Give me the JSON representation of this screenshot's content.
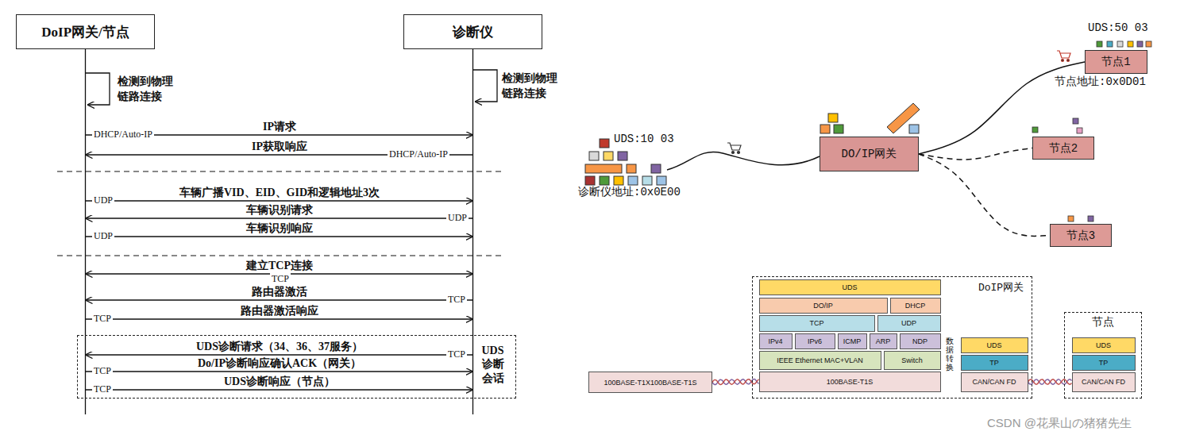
{
  "diagram": {
    "nodes": [
      {
        "text": [
          "DoIP网关/节点"
        ]
      },
      {
        "text": [
          "诊断仪"
        ]
      },
      {
        "text": [
          "UDS 诊断 会话"
        ]
      },
      {
        "text": [
          "DO/IP网关"
        ]
      },
      {
        "text": [
          "节点1"
        ]
      },
      {
        "text": [
          "节点2"
        ]
      },
      {
        "text": [
          "节点3"
        ]
      },
      {
        "text": [
          "100BASE-T1X100BASE-T1S"
        ]
      },
      {
        "text": [
          "DoIP网关"
        ]
      },
      {
        "text": [
          "UDS"
        ],
        "in": 8
      },
      {
        "text": [
          "DO/IP"
        ],
        "in": 8
      },
      {
        "text": [
          "DHCP"
        ],
        "in": 8
      },
      {
        "text": [
          "TCP"
        ],
        "in": 8
      },
      {
        "text": [
          "UDP"
        ],
        "in": 8
      },
      {
        "text": [
          "IPv4"
        ],
        "in": 8
      },
      {
        "text": [
          "IPv6"
        ],
        "in": 8
      },
      {
        "text": [
          "ICMP"
        ],
        "in": 8
      },
      {
        "text": [
          "ARP"
        ],
        "in": 8
      },
      {
        "text": [
          "NDP"
        ],
        "in": 8
      },
      {
        "text": [
          "IEEE Ethernet MAC+VLAN"
        ],
        "in": 8
      },
      {
        "text": [
          "Switch"
        ],
        "in": 8
      },
      {
        "text": [
          "100BASE-T1S"
        ],
        "in": 8
      },
      {
        "text": [
          "UDS"
        ],
        "in": 8
      },
      {
        "text": [
          "TP"
        ],
        "in": 8
      },
      {
        "text": [
          "CAN/CAN FD"
        ],
        "in": 8
      },
      {
        "text": [
          "节点"
        ]
      },
      {
        "text": [
          "UDS"
        ],
        "in": 25
      },
      {
        "text": [
          "TP"
        ],
        "in": 25
      },
      {
        "text": [
          "CAN/CAN FD"
        ],
        "in": 25
      }
    ],
    "edges": [
      {
        "from": 0,
        "to": 1,
        "label": "IP请求",
        "arrow": "to"
      },
      {
        "from": 1,
        "to": 0,
        "label": "IP获取响应",
        "arrow": "to"
      },
      {
        "from": 0,
        "to": 1,
        "label": "车辆广播VID、EID、GID和逻辑地址3次",
        "arrow": "to"
      },
      {
        "from": 1,
        "to": 0,
        "label": "车辆识别请求",
        "arrow": "to"
      },
      {
        "from": 0,
        "to": 1,
        "label": "车辆识别响应",
        "arrow": "to"
      },
      {
        "from": 0,
        "to": 1,
        "label": "建立TCP连接",
        "arrow": "both"
      },
      {
        "from": 1,
        "to": 0,
        "label": "路由器激活",
        "arrow": "to"
      },
      {
        "from": 0,
        "to": 1,
        "label": "路由器激活响应",
        "arrow": "to"
      },
      {
        "from": 1,
        "to": 0,
        "label": "UDS诊断请求（34、36、37服务）",
        "arrow": "to"
      },
      {
        "from": 0,
        "to": 1,
        "label": "Do/IP诊断响应确认ACK（网关）",
        "arrow": "to"
      },
      {
        "from": 0,
        "to": 1,
        "label": "UDS诊断响应（节点）",
        "arrow": "to"
      },
      {
        "from": 3,
        "to": 4,
        "arrow": "none"
      },
      {
        "from": 3,
        "to": 5,
        "arrow": "none"
      },
      {
        "from": 3,
        "to": 6,
        "arrow": "none"
      },
      {
        "from": 7,
        "to": 21,
        "arrow": "none"
      },
      {
        "from": 24,
        "to": 28,
        "arrow": "none"
      }
    ],
    "labels": [
      "检测到物理链路连接",
      "检测到物理链路连接",
      "DHCP/Auto-IP",
      "DHCP/Auto-IP",
      "UDP",
      "UDP",
      "UDP",
      "TCP",
      "TCP",
      "TCP",
      "TCP",
      "TCP",
      "TCP",
      "UDS:10 03",
      "诊断仪地址:0x0E00",
      "UDS:50 03",
      "节点地址:0x0D01",
      "数据转换",
      "CSDN @花果山の猪猪先生"
    ]
  }
}
